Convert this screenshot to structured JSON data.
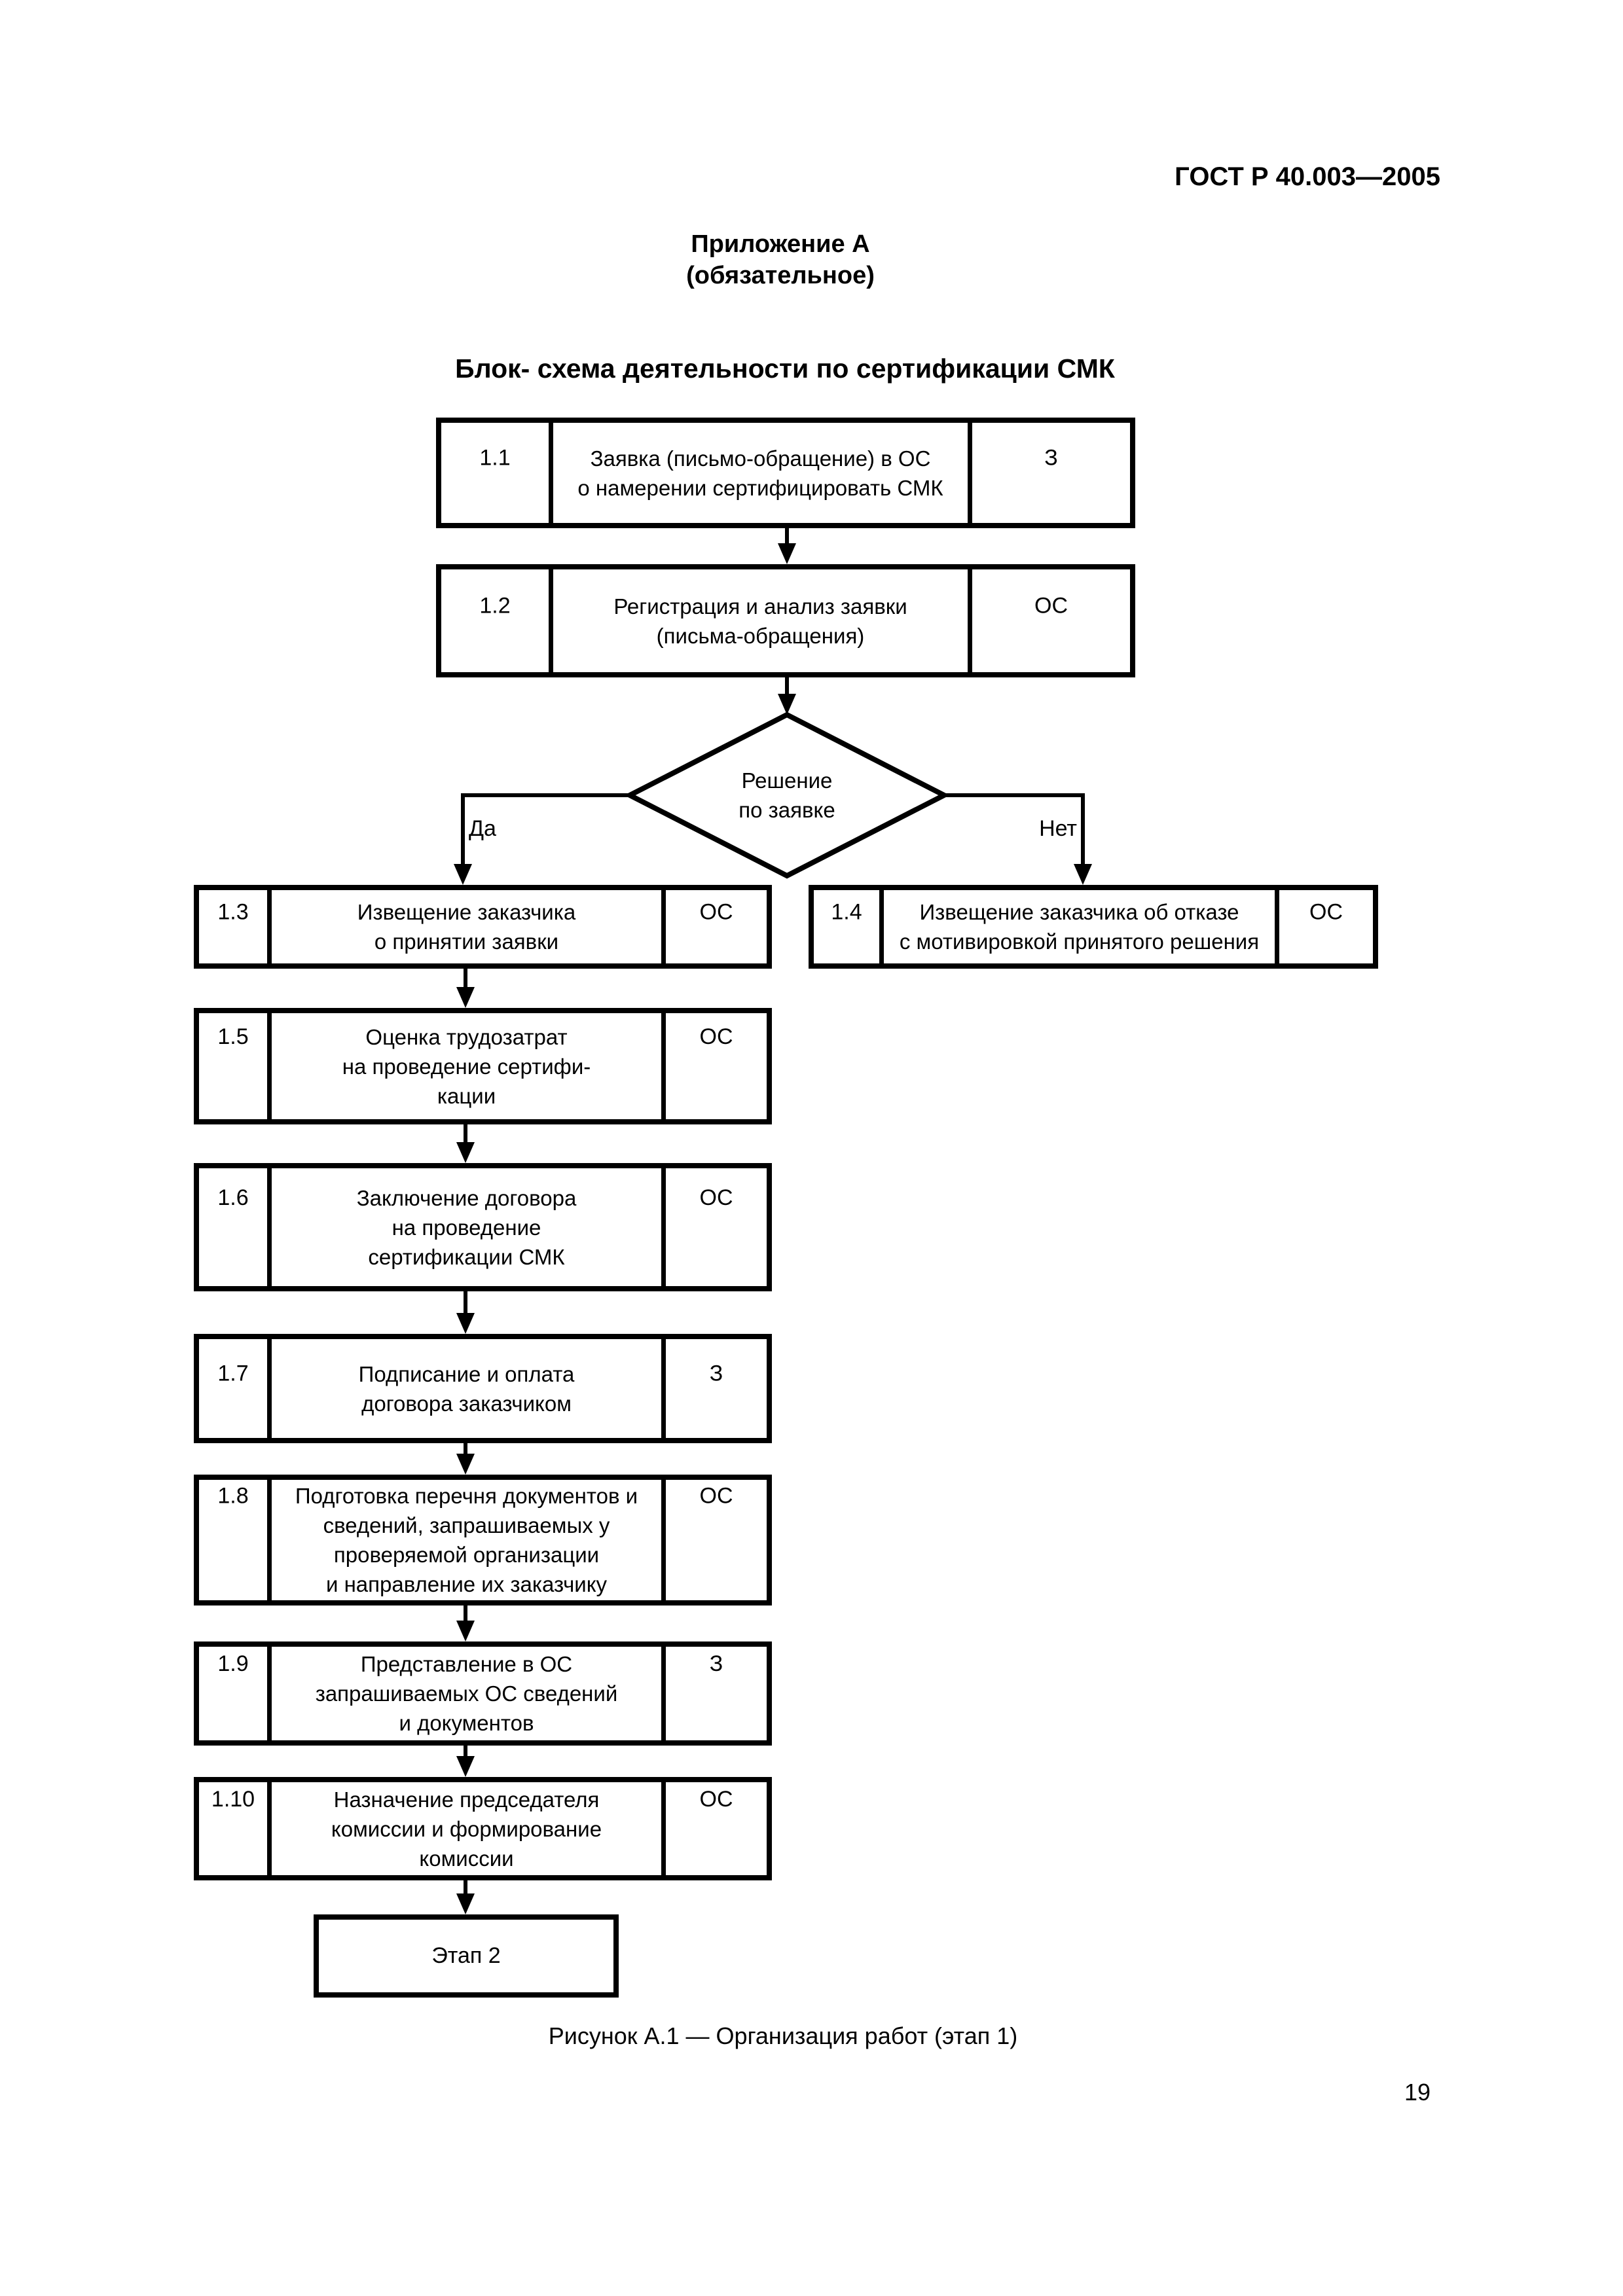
{
  "page": {
    "header": "ГОСТ Р 40.003—2005",
    "appendix_title": "Приложение А",
    "appendix_subtitle": "(обязательное)",
    "diagram_title": "Блок- схема деятельности по сертификации СМК",
    "figure_caption": "Рисунок А.1 — Организация работ (этап 1)",
    "page_number": "19",
    "ink_color": "#000000",
    "paper_color": "#ffffff"
  },
  "flowchart": {
    "boxes": [
      {
        "number": "1.1",
        "text": "Заявка (письмо-обращение) в ОС\nо намерении сертифицировать СМК",
        "role": "З"
      },
      {
        "number": "1.2",
        "text": "Регистрация и анализ заявки\n(письма-обращения)",
        "role": "ОС"
      },
      {
        "number": "1.3",
        "text": "Извещение заказчика\nо принятии заявки",
        "role": "ОС"
      },
      {
        "number": "1.4",
        "text": "Извещение заказчика об отказе\nс мотивировкой принятого решения",
        "role": "ОС"
      },
      {
        "number": "1.5",
        "text": "Оценка трудозатрат\nна проведение сертифи-\nкации",
        "role": "ОС"
      },
      {
        "number": "1.6",
        "text": "Заключение договора\nна проведение\nсертификации СМК",
        "role": "ОС"
      },
      {
        "number": "1.7",
        "text": "Подписание и оплата\nдоговора заказчиком",
        "role": "З"
      },
      {
        "number": "1.8",
        "text": "Подготовка перечня документов и\nсведений, запрашиваемых у\nпроверяемой организации\nи направление их заказчику",
        "role": "ОС"
      },
      {
        "number": "1.9",
        "text": "Представление в ОС\nзапрашиваемых ОС сведений\nи документов",
        "role": "З"
      },
      {
        "number": "1.10",
        "text": "Назначение председателя\nкомиссии и формирование\nкомиссии",
        "role": "ОС"
      }
    ],
    "decision": {
      "text": "Решение\nпо заявке",
      "yes_label": "Да",
      "no_label": "Нет"
    },
    "terminal": {
      "text": "Этап 2"
    }
  }
}
